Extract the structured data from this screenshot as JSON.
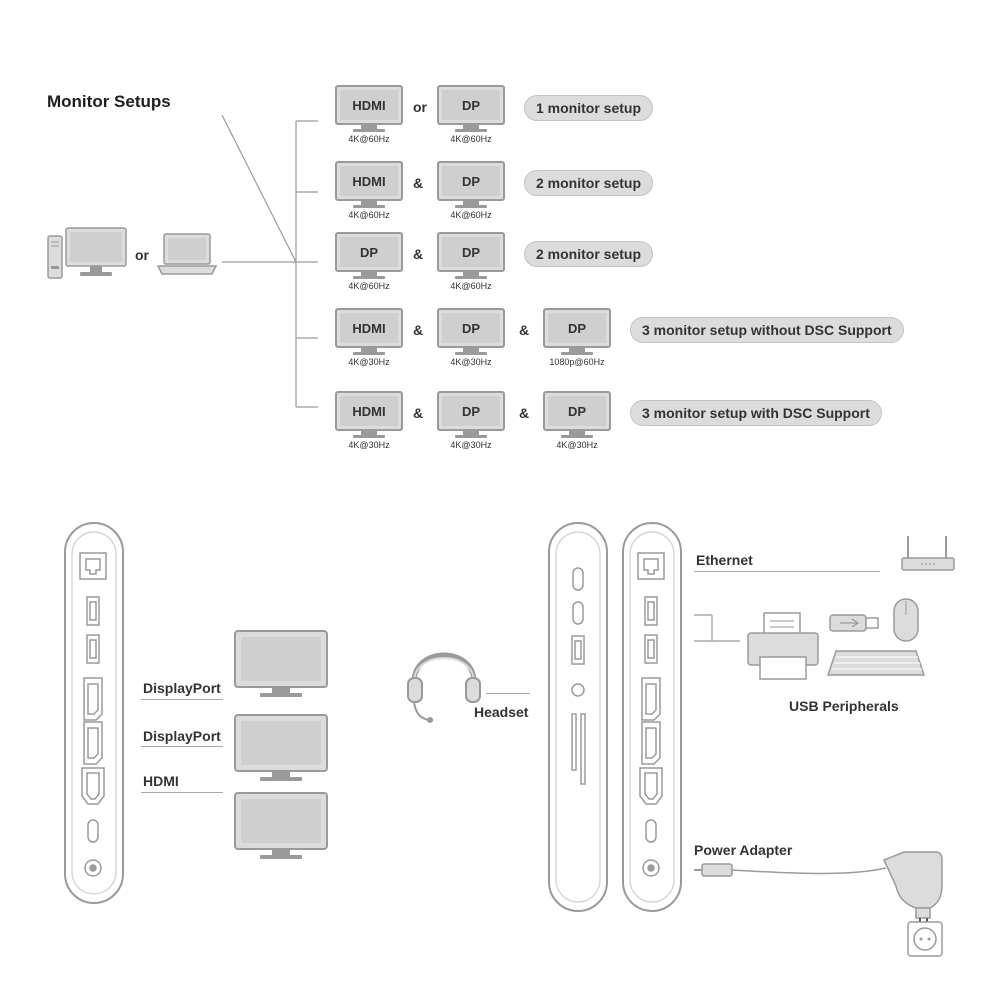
{
  "title": "Monitor Setups",
  "source_or": "or",
  "rows": [
    {
      "monitors": [
        {
          "label": "HDMI",
          "res": "4K@60Hz"
        },
        {
          "label": "DP",
          "res": "4K@60Hz"
        }
      ],
      "connectors": [
        "or"
      ],
      "setup": "1 monitor setup"
    },
    {
      "monitors": [
        {
          "label": "HDMI",
          "res": "4K@60Hz"
        },
        {
          "label": "DP",
          "res": "4K@60Hz"
        }
      ],
      "connectors": [
        "&"
      ],
      "setup": "2 monitor setup"
    },
    {
      "monitors": [
        {
          "label": "DP",
          "res": "4K@60Hz"
        },
        {
          "label": "DP",
          "res": "4K@60Hz"
        }
      ],
      "connectors": [
        "&"
      ],
      "setup": "2 monitor setup"
    },
    {
      "monitors": [
        {
          "label": "HDMI",
          "res": "4K@30Hz"
        },
        {
          "label": "DP",
          "res": "4K@30Hz"
        },
        {
          "label": "DP",
          "res": "1080p@60Hz"
        }
      ],
      "connectors": [
        "&",
        "&"
      ],
      "setup": "3 monitor setup without DSC Support"
    },
    {
      "monitors": [
        {
          "label": "HDMI",
          "res": "4K@30Hz"
        },
        {
          "label": "DP",
          "res": "4K@30Hz"
        },
        {
          "label": "DP",
          "res": "4K@30Hz"
        }
      ],
      "connectors": [
        "&",
        "&"
      ],
      "setup": "3 monitor setup with DSC Support"
    }
  ],
  "left_dock": {
    "labels": [
      "DisplayPort",
      "DisplayPort",
      "HDMI"
    ]
  },
  "right_dock": {
    "headset": "Headset",
    "ethernet": "Ethernet",
    "usb_peripherals": "USB Peripherals",
    "power_adapter": "Power Adapter"
  },
  "colors": {
    "line": "#9a9a9a",
    "fill": "#dcdcdc",
    "text": "#333333"
  }
}
